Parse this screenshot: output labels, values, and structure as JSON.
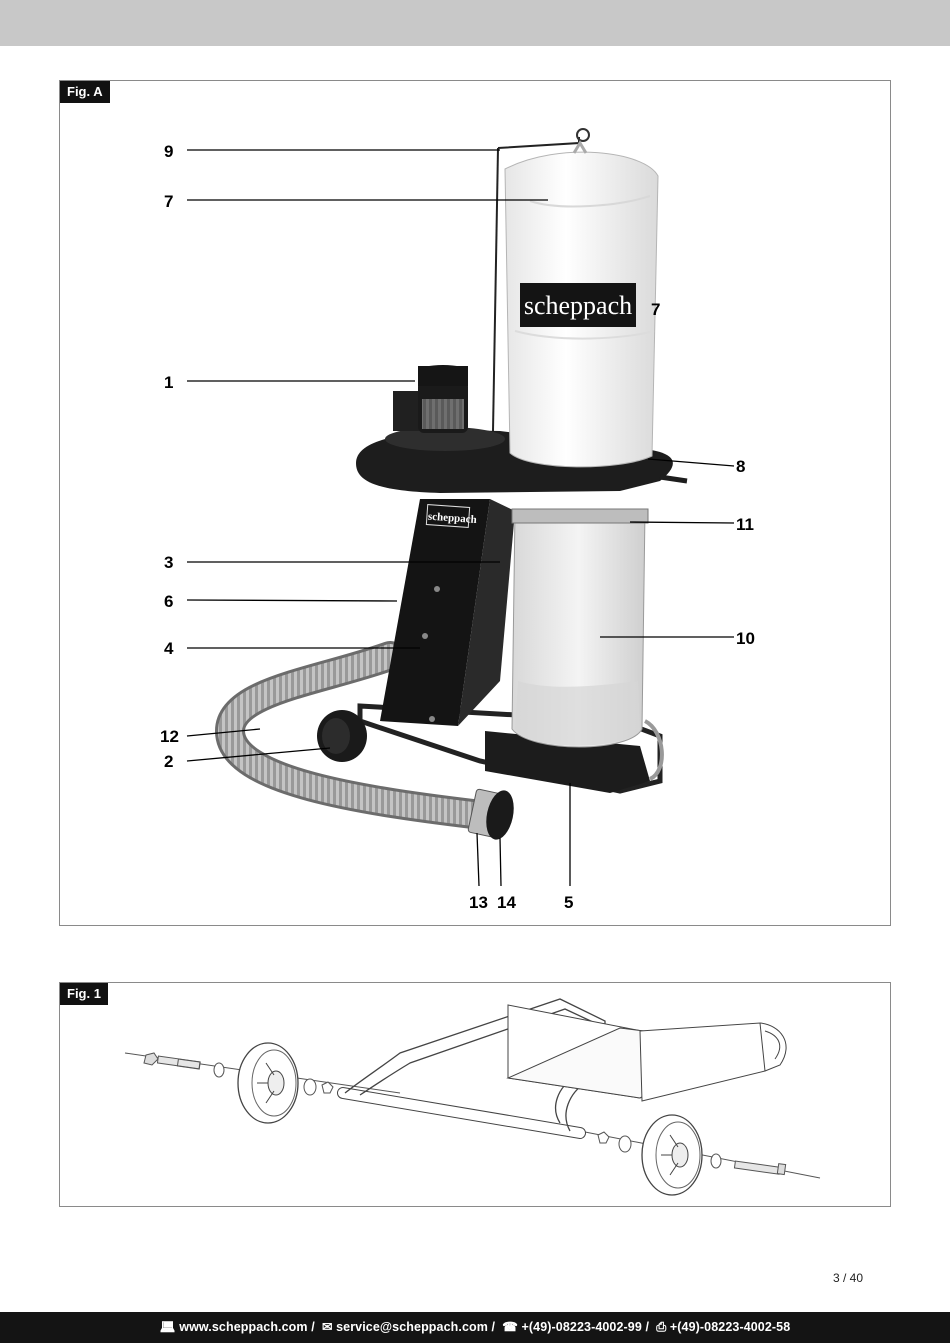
{
  "figure_a": {
    "label": "Fig. A",
    "brand_logo": "scheppach",
    "callouts": [
      "9",
      "7",
      "7",
      "1",
      "8",
      "11",
      "3",
      "6",
      "10",
      "4",
      "12",
      "2",
      "13",
      "14",
      "5"
    ]
  },
  "figure_1": {
    "label": "Fig. 1"
  },
  "page_number": "3 / 40",
  "footer": {
    "web_icon": "computer-icon",
    "website": "www.scheppach.com",
    "mail_icon": "envelope-icon",
    "email": "service@scheppach.com",
    "phone_icon": "telephone-icon",
    "phone": "+(49)-08223-4002-99",
    "fax_icon": "fax-icon",
    "fax": "+(49)-08223-4002-58",
    "separator": " / "
  }
}
